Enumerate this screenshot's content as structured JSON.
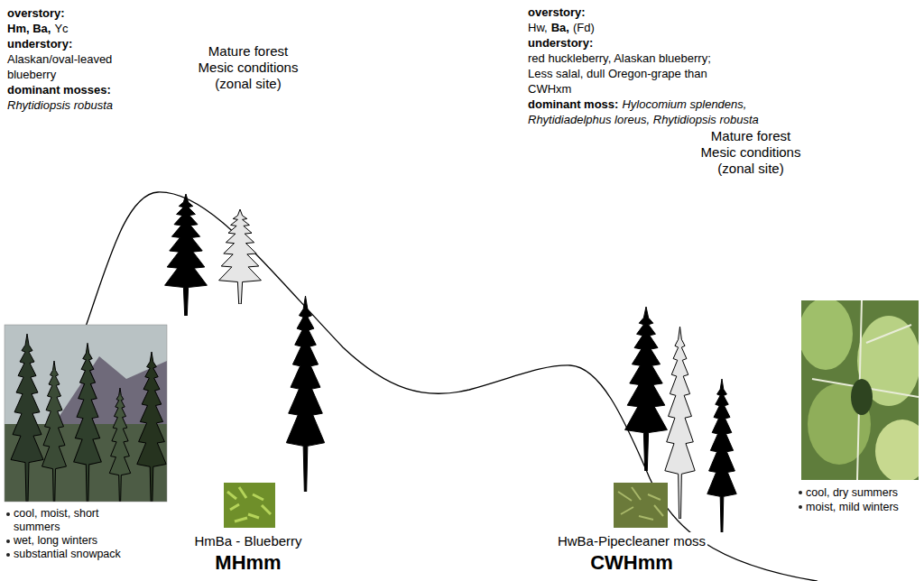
{
  "diagram": {
    "labels": [
      "overstory:",
      "Hm, Ba,",
      "Yc",
      "understory:",
      "Alaskan/oval-leaved blueberry",
      "dominant mosses:",
      "Rhytidiopsis robusta",
      "overstory:",
      "Hw,",
      "Ba,",
      "(Fd)",
      "understory:",
      "red huckleberry, Alaskan blueberry; Less salal, dull Oregon-grape than CWHxm",
      "dominant moss:",
      "Hylocomium splendens, Rhytidiadelphus loreus, Rhytidiopsis robusta",
      "Mature forest Mesic conditions (zonal site)",
      "Mature forest Mesic conditions (zonal site)",
      "cool, moist, short summers",
      "wet, long winters",
      "substantial snowpack",
      "cool, dry summers",
      "moist, mild winters",
      "HmBa - Blueberry",
      "MHmm",
      "HwBa-Pipecleaner moss",
      "CWHmm"
    ]
  }
}
